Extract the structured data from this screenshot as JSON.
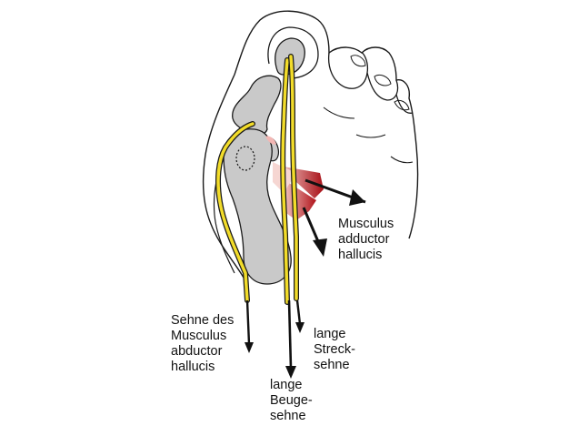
{
  "labels": {
    "musculus_adductor_hallucis": [
      "Musculus",
      "adductor",
      "hallucis"
    ],
    "sehne_des_musculus_abductor_hallucis": [
      "Sehne des",
      "Musculus",
      "abductor",
      "hallucis"
    ],
    "lange_strecksehne": [
      "lange",
      "Streck-",
      "sehne"
    ],
    "lange_beugesehne": [
      "lange",
      "Beuge-",
      "sehne"
    ]
  },
  "colors": {
    "bone_fill": "#c9c9c9",
    "outline": "#1a1a1a",
    "tendon": "#f2dc2a",
    "muscle_dark": "#a80f16",
    "muscle_light": "#f3b7b4",
    "arrow": "#111111",
    "skin": "#ffffff"
  }
}
